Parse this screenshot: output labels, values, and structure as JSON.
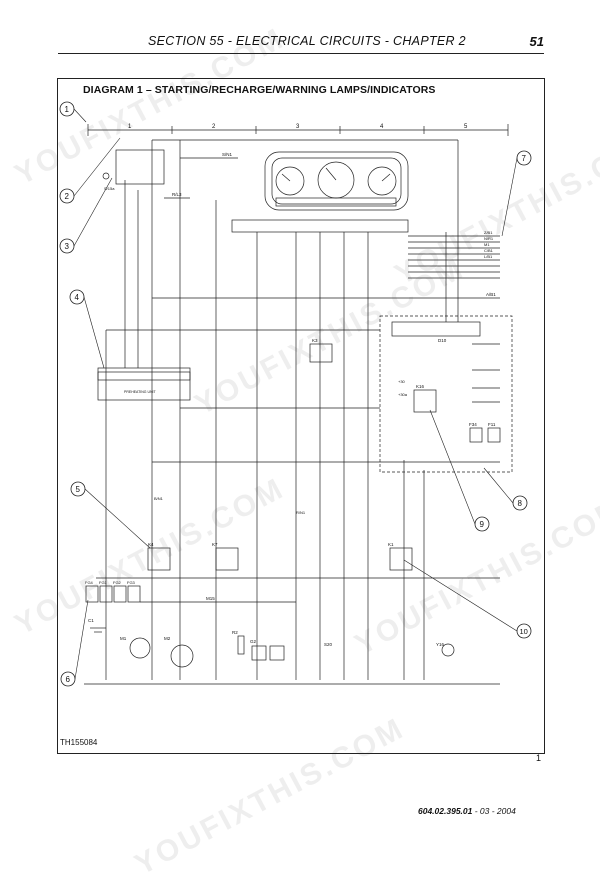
{
  "header": {
    "title": "SECTION 55 - ELECTRICAL CIRCUITS - CHAPTER 2",
    "page": "51"
  },
  "diagram": {
    "title": "DIAGRAM 1 – STARTING/RECHARGE/WARNING LAMPS/INDICATORS",
    "figure_id": "TH155084",
    "sheet": "1",
    "grid_columns": [
      "1",
      "2",
      "3",
      "4",
      "5"
    ],
    "callouts": [
      "1",
      "2",
      "3",
      "4",
      "5",
      "6",
      "7",
      "8",
      "9",
      "10"
    ],
    "preheating_unit_label": "PREHEATING UNIT",
    "component_labels": [
      "S/15a",
      "K4",
      "K7",
      "K1",
      "K3",
      "K16",
      "D10",
      "FG4",
      "FG1",
      "FG2",
      "FG3",
      "C1",
      "M1",
      "M2",
      "F34",
      "F11",
      "R2",
      "S20",
      "G2",
      "Y16"
    ],
    "wire_labels": [
      "S/N1",
      "R/L3",
      "A/B1",
      "Z/B1",
      "N/R1",
      "M1",
      "C/B1",
      "L/B1",
      "B/N1",
      "R/N1",
      "M15",
      "+30",
      "+30a"
    ]
  },
  "watermark": {
    "text": "YOUFIXTHIS.COM"
  },
  "footer": {
    "doc_number": "604.02.395.01",
    "date_suffix": " - 03 - 2004"
  }
}
